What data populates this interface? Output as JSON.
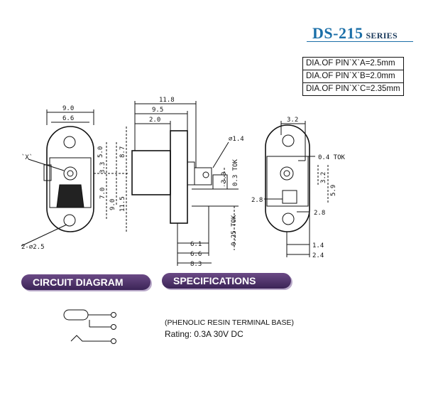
{
  "title": {
    "model": "DS-215",
    "series": "SERIES"
  },
  "pin_table": [
    "DIA.OF PIN`X`A=2.5mm",
    "DIA.OF PIN`X`B=2.0mm",
    "DIA.OF PIN`X`C=2.35mm"
  ],
  "front_view": {
    "dims": [
      "9.0",
      "6.6",
      "5.0",
      "3.3",
      "8.7",
      "7.0",
      "9.0",
      "11.5"
    ],
    "pin_label": "`X`",
    "hole_label": "2-∅2.5"
  },
  "side_view": {
    "dims": [
      "11.8",
      "9.5",
      "2.0",
      "∅1.4",
      "0.3 TOK",
      "3.0",
      "0.25 TOK",
      "6.1",
      "6.6",
      "8.3"
    ]
  },
  "rear_view": {
    "dims": [
      "3.2",
      "0.4 TOK",
      "3.2",
      "5.9",
      "2.8",
      "2.8",
      "1.4",
      "2.4"
    ]
  },
  "sections": {
    "circuit": "CIRCUIT DIAGRAM",
    "specifications": "SPECIFICATIONS"
  },
  "specs": {
    "base": "(PHENOLIC RESIN TERMINAL BASE)",
    "rating": "Rating: 0.3A 30V DC"
  }
}
